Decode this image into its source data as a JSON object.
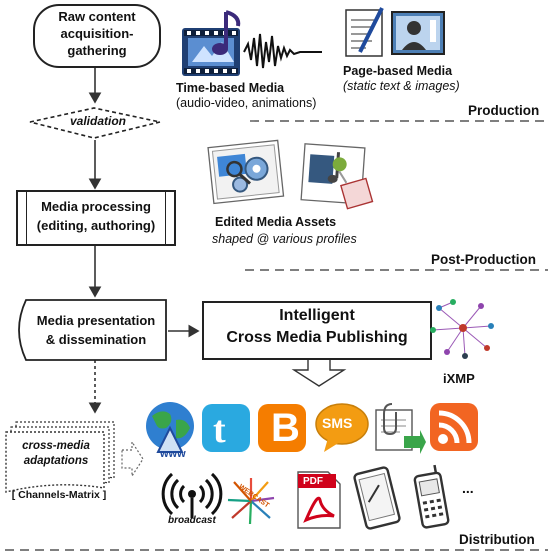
{
  "flow": {
    "raw_content": [
      "Raw content",
      "acquisition-",
      "gathering"
    ],
    "validation": "validation",
    "media_processing": [
      "Media processing",
      "(editing, authoring)"
    ],
    "media_presentation": [
      "Media presentation",
      "& dissemination"
    ],
    "intelligent": [
      "Intelligent",
      "Cross Media Publishing"
    ],
    "cross_media": [
      "cross-media",
      "adaptations"
    ],
    "channels_matrix": "[ Channels-Matrix ]"
  },
  "media": {
    "time_based_title": "Time-based Media",
    "time_based_sub": "(audio-video, animations)",
    "page_based_title": "Page-based Media",
    "page_based_sub": "(static text & images)",
    "edited_title": "Edited Media Assets",
    "edited_sub": "shaped @ various profiles",
    "ixmp": "iXMP"
  },
  "stages": {
    "production": "Production",
    "post_production": "Post-Production",
    "distribution": "Distribution"
  },
  "channels": {
    "www": "www",
    "sms": "SMS",
    "broadcast": "broadcast",
    "webcast": "WEBCAST",
    "pdf": "PDF",
    "more": "..."
  },
  "colors": {
    "twitter": "#2aa9e0",
    "blogger": "#f57d00",
    "sms": "#f39c12",
    "rss": "#f26522",
    "pdf_red": "#d0021b"
  }
}
